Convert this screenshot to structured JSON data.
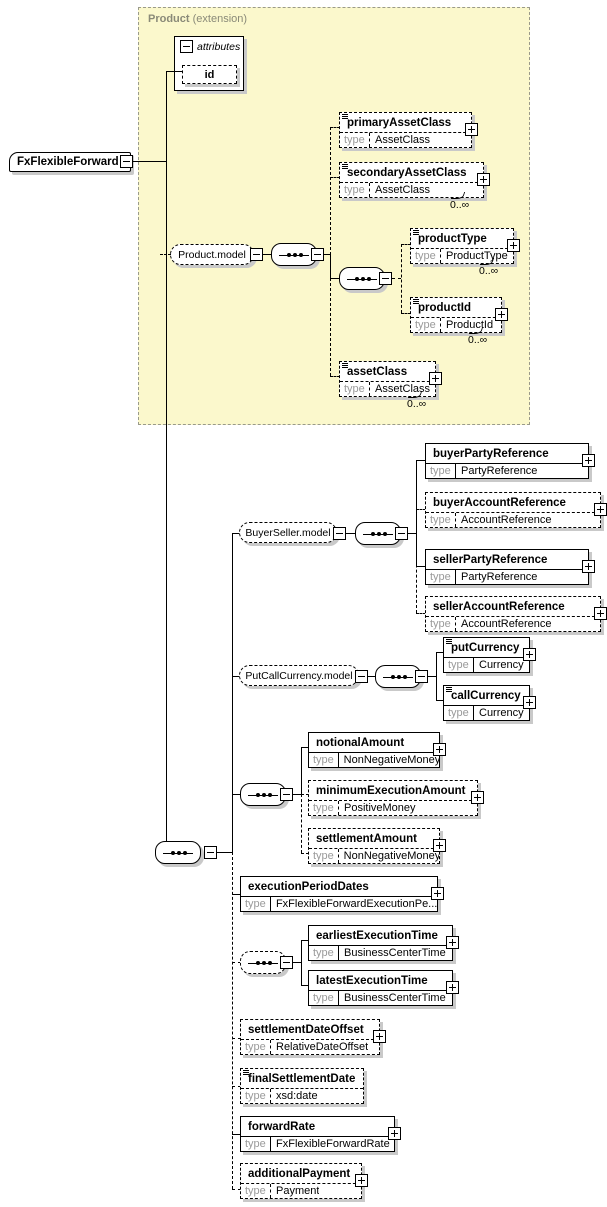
{
  "diagram": {
    "title": "FxFlexibleForward",
    "type": "xsd-schema-diagram",
    "root": {
      "label": "FxFlexibleForward"
    },
    "extension": {
      "name": "Product",
      "qualifier": "(extension)",
      "background": "#fbf8cc",
      "border": "#9a9a8a"
    },
    "attributes_group": {
      "label": "attributes",
      "items": [
        {
          "label": "id"
        }
      ]
    },
    "groups": {
      "product_model": "Product.model",
      "buyer_seller_model": "BuyerSeller.model",
      "put_call_currency_model": "PutCallCurrency.model"
    },
    "type_label": "type",
    "unbounded": "0..∞",
    "elements": {
      "primaryAssetClass": {
        "name": "primaryAssetClass",
        "type": "AssetClass"
      },
      "secondaryAssetClass": {
        "name": "secondaryAssetClass",
        "type": "AssetClass",
        "occurs": "0..∞"
      },
      "productType": {
        "name": "productType",
        "type": "ProductType",
        "occurs": "0..∞"
      },
      "productId": {
        "name": "productId",
        "type": "ProductId",
        "occurs": "0..∞"
      },
      "assetClass": {
        "name": "assetClass",
        "type": "AssetClass",
        "occurs": "0..∞"
      },
      "buyerPartyReference": {
        "name": "buyerPartyReference",
        "type": "PartyReference"
      },
      "buyerAccountReference": {
        "name": "buyerAccountReference",
        "type": "AccountReference"
      },
      "sellerPartyReference": {
        "name": "sellerPartyReference",
        "type": "PartyReference"
      },
      "sellerAccountReference": {
        "name": "sellerAccountReference",
        "type": "AccountReference"
      },
      "putCurrency": {
        "name": "putCurrency",
        "type": "Currency"
      },
      "callCurrency": {
        "name": "callCurrency",
        "type": "Currency"
      },
      "notionalAmount": {
        "name": "notionalAmount",
        "type": "NonNegativeMoney"
      },
      "minimumExecutionAmount": {
        "name": "minimumExecutionAmount",
        "type": "PositiveMoney"
      },
      "settlementAmount": {
        "name": "settlementAmount",
        "type": "NonNegativeMoney"
      },
      "executionPeriodDates": {
        "name": "executionPeriodDates",
        "type": "FxFlexibleForwardExecutionPe..."
      },
      "earliestExecutionTime": {
        "name": "earliestExecutionTime",
        "type": "BusinessCenterTime"
      },
      "latestExecutionTime": {
        "name": "latestExecutionTime",
        "type": "BusinessCenterTime"
      },
      "settlementDateOffset": {
        "name": "settlementDateOffset",
        "type": "RelativeDateOffset"
      },
      "finalSettlementDate": {
        "name": "finalSettlementDate",
        "type": "xsd:date"
      },
      "forwardRate": {
        "name": "forwardRate",
        "type": "FxFlexibleForwardRate"
      },
      "additionalPayment": {
        "name": "additionalPayment",
        "type": "Payment"
      }
    }
  }
}
